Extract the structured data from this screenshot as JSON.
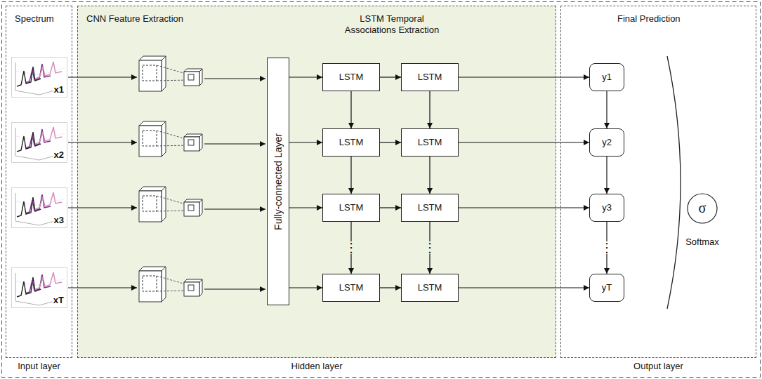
{
  "diagram": {
    "nodes": [
      {
        "text": [
          "Spectrum",
          "Input layer"
        ]
      },
      {
        "text": [
          "x1"
        ],
        "in": 0
      },
      {
        "text": [
          "x2"
        ],
        "in": 0
      },
      {
        "text": [
          "x3"
        ],
        "in": 0
      },
      {
        "text": [
          "xT"
        ],
        "in": 0
      },
      {
        "text": [
          "CNN Feature Extraction",
          "LSTM Temporal Associations Extraction",
          "Hidden layer"
        ]
      },
      {
        "text": [
          "Fully-connected Layer"
        ],
        "in": 5
      },
      {
        "text": [
          "LSTM"
        ],
        "in": 5
      },
      {
        "text": [
          "LSTM"
        ],
        "in": 5
      },
      {
        "text": [
          "LSTM"
        ],
        "in": 5
      },
      {
        "text": [
          "LSTM"
        ],
        "in": 5
      },
      {
        "text": [
          "LSTM"
        ],
        "in": 5
      },
      {
        "text": [
          "LSTM"
        ],
        "in": 5
      },
      {
        "text": [
          "LSTM"
        ],
        "in": 5
      },
      {
        "text": [
          "LSTM"
        ],
        "in": 5
      },
      {
        "text": [
          "Final Prediction",
          "Output layer"
        ]
      },
      {
        "text": [
          "y1"
        ],
        "in": 15
      },
      {
        "text": [
          "y2"
        ],
        "in": 15
      },
      {
        "text": [
          "y3"
        ],
        "in": 15
      },
      {
        "text": [
          "yT"
        ],
        "in": 15
      },
      {
        "text": [
          "σ",
          "Softmax"
        ],
        "in": 15
      }
    ],
    "edges": [
      {
        "from": 6,
        "to": 7,
        "arrow": "to"
      },
      {
        "from": 6,
        "to": 9,
        "arrow": "to"
      },
      {
        "from": 6,
        "to": 11,
        "arrow": "to"
      },
      {
        "from": 6,
        "to": 13,
        "arrow": "to"
      },
      {
        "from": 7,
        "to": 8,
        "arrow": "to"
      },
      {
        "from": 9,
        "to": 10,
        "arrow": "to"
      },
      {
        "from": 11,
        "to": 12,
        "arrow": "to"
      },
      {
        "from": 13,
        "to": 14,
        "arrow": "to"
      },
      {
        "from": 7,
        "to": 9,
        "arrow": "to"
      },
      {
        "from": 9,
        "to": 11,
        "arrow": "to"
      },
      {
        "from": 11,
        "to": 13,
        "arrow": "to"
      },
      {
        "from": 8,
        "to": 10,
        "arrow": "to"
      },
      {
        "from": 10,
        "to": 12,
        "arrow": "to"
      },
      {
        "from": 12,
        "to": 14,
        "arrow": "to"
      },
      {
        "from": 8,
        "to": 16,
        "arrow": "to"
      },
      {
        "from": 10,
        "to": 17,
        "arrow": "to"
      },
      {
        "from": 12,
        "to": 18,
        "arrow": "to"
      },
      {
        "from": 14,
        "to": 19,
        "arrow": "to"
      },
      {
        "from": 16,
        "to": 17,
        "arrow": "to"
      },
      {
        "from": 17,
        "to": 18,
        "arrow": "to"
      },
      {
        "from": 18,
        "to": 19,
        "arrow": "to"
      }
    ],
    "labels": [
      "⋮",
      "⋮",
      "⋮"
    ]
  }
}
